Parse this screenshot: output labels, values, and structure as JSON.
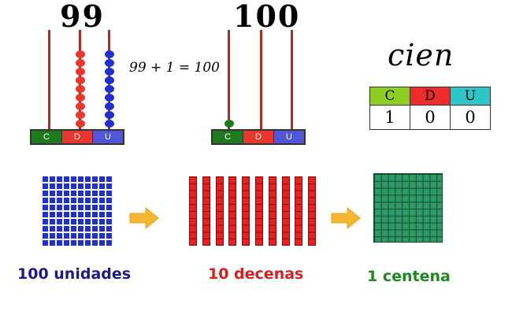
{
  "header": {
    "left_number": "99",
    "right_number": "100",
    "equation": "99 + 1 = 100",
    "word": "cien"
  },
  "abacus_left": {
    "labels": [
      "C",
      "D",
      "U"
    ],
    "beads": {
      "C": 0,
      "D": 9,
      "U": 9
    }
  },
  "abacus_right": {
    "labels": [
      "C",
      "D",
      "U"
    ],
    "beads": {
      "C": 1,
      "D": 0,
      "U": 0
    }
  },
  "place_value_table": {
    "headers": [
      "C",
      "D",
      "U"
    ],
    "values": [
      "1",
      "0",
      "0"
    ]
  },
  "captions": {
    "units": "100 unidades",
    "tens": "10 decenas",
    "hundred": "1 centena"
  },
  "colors": {
    "centenas": "#1d7a1d",
    "decenas": "#e8382d",
    "unidades": "#1f2fd0",
    "arrow": "#f5b730"
  }
}
